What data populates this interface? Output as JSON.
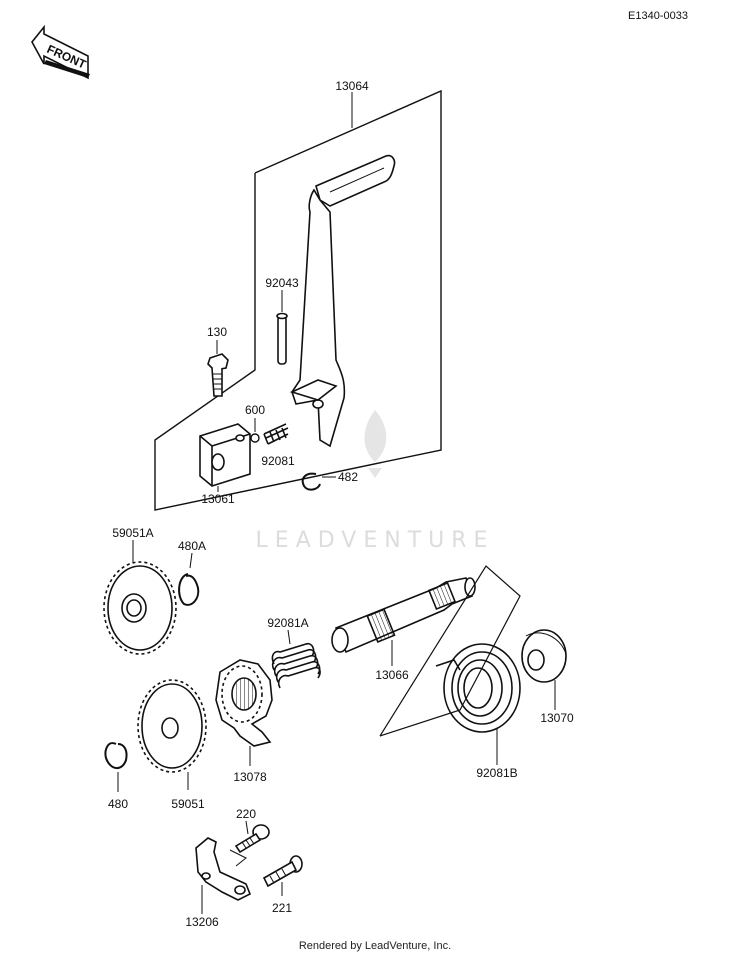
{
  "document_id": "E1340-0033",
  "front_arrow_label": "FRONT",
  "watermark": "LEADVENTURE",
  "footer": "Rendered by LeadVenture, Inc.",
  "parts": {
    "kick_pedal_assy": "13064",
    "pin": "92043",
    "bolt": "130",
    "ball": "600",
    "spring_small": "92081",
    "clamp": "13061",
    "circlip_482": "482",
    "gear_59051a": "59051A",
    "circlip_480a": "480A",
    "spring_92081a": "92081A",
    "shaft": "13066",
    "collar": "13070",
    "ratchet": "13078",
    "gear_59051": "59051",
    "circlip_480": "480",
    "torsion_spring": "92081B",
    "bolt_220": "220",
    "stopper": "13206",
    "screw_221": "221"
  }
}
